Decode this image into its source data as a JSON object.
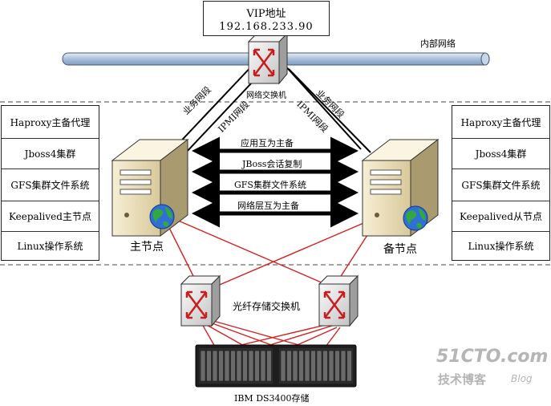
{
  "vip": {
    "title": "VIP地址",
    "ip": "192.168.233.90"
  },
  "network": {
    "internal_label": "内部网络",
    "switch_label": "网络交换机",
    "business_left": "业务网段",
    "business_right": "业务网段",
    "ipmi_left": "IPMI网段",
    "ipmi_right": "IPMI网段"
  },
  "links": [
    "应用互为主备",
    "JBoss会话复制",
    "GFS集群文件系统",
    "网络层互为主备"
  ],
  "master": {
    "label": "主节点",
    "stack": [
      "Haproxy主备代理",
      "Jboss4集群",
      "GFS集群文件系统",
      "Keepalived主节点",
      "Linux操作系统"
    ]
  },
  "backup": {
    "label": "备节点",
    "stack": [
      "Haproxy主备代理",
      "Jboss4集群",
      "GFS集群文件系统",
      "Keepalived从节点",
      "Linux操作系统"
    ]
  },
  "storage": {
    "switch_label": "光纤存储交换机",
    "label": "IBM DS3400存储"
  },
  "watermark": {
    "site": "51CTO.com",
    "sub": "技术博客",
    "blog": "Blog"
  },
  "colors": {
    "bus": "#b8cbe0",
    "san_line": "#d62020",
    "server": "#efe3c0",
    "watermark": "#b5b5b5"
  }
}
